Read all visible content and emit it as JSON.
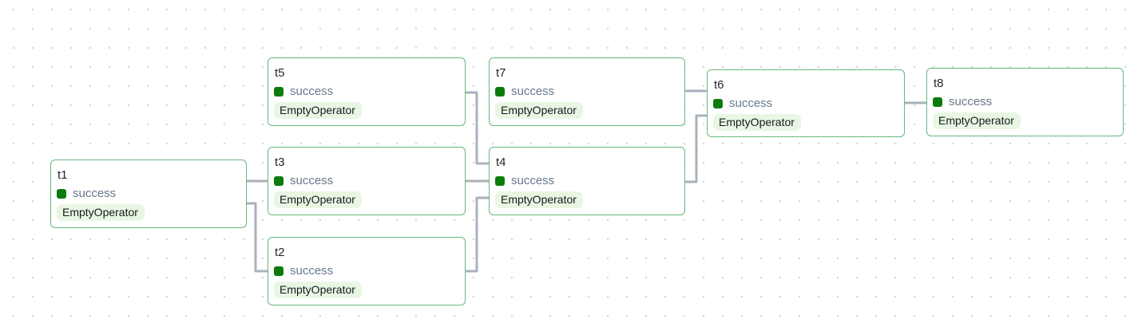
{
  "view": {
    "name": "dag-graph-view"
  },
  "colors": {
    "node-border": "#65b97e",
    "node-bg": "#ffffff",
    "title-text": "#22262b",
    "status-green": "#0b7c0b",
    "status-text": "#68788c",
    "operator-bg": "#e8f7e3",
    "operator-text": "#16191d",
    "edge": "#a8b2bc",
    "dot": "#ddd7d7"
  },
  "nodes": [
    {
      "id": "t1",
      "status": "success",
      "operator": "EmptyOperator"
    },
    {
      "id": "t2",
      "status": "success",
      "operator": "EmptyOperator"
    },
    {
      "id": "t3",
      "status": "success",
      "operator": "EmptyOperator"
    },
    {
      "id": "t4",
      "status": "success",
      "operator": "EmptyOperator"
    },
    {
      "id": "t5",
      "status": "success",
      "operator": "EmptyOperator"
    },
    {
      "id": "t6",
      "status": "success",
      "operator": "EmptyOperator"
    },
    {
      "id": "t7",
      "status": "success",
      "operator": "EmptyOperator"
    },
    {
      "id": "t8",
      "status": "success",
      "operator": "EmptyOperator"
    }
  ],
  "edges": [
    {
      "from": "t1",
      "to": "t3"
    },
    {
      "from": "t1",
      "to": "t2"
    },
    {
      "from": "t3",
      "to": "t4"
    },
    {
      "from": "t5",
      "to": "t4"
    },
    {
      "from": "t2",
      "to": "t4"
    },
    {
      "from": "t7",
      "to": "t6"
    },
    {
      "from": "t4",
      "to": "t6"
    },
    {
      "from": "t6",
      "to": "t8"
    }
  ]
}
